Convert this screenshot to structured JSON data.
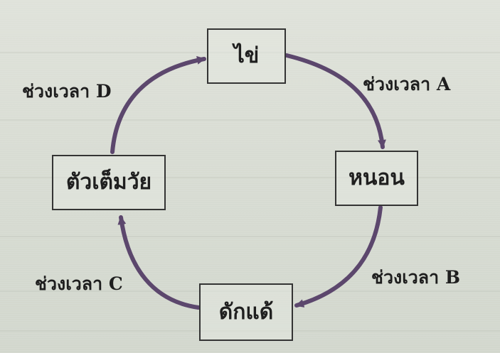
{
  "stages": {
    "egg": "ไข่",
    "larva": "หนอน",
    "pupa": "ดักแด้",
    "adult": "ตัวเต็มวัย"
  },
  "periods": {
    "a": "ช่วงเวลา A",
    "b": "ช่วงเวลา B",
    "c": "ช่วงเวลา C",
    "d": "ช่วงเวลา D"
  },
  "colors": {
    "arrow": "#5c476d",
    "border": "#343434",
    "text": "#1f1f1f",
    "background": "#d8dcd3"
  }
}
